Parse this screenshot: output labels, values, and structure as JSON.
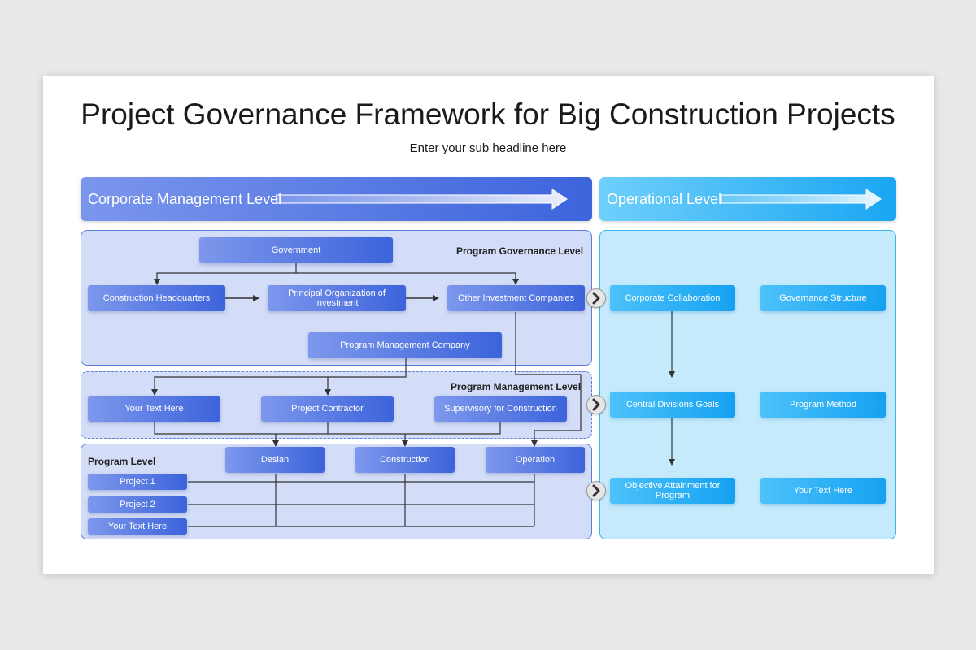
{
  "title": "Project Governance Framework for Big Construction Projects",
  "subtitle": "Enter your sub headline here",
  "banners": {
    "corporate": "Corporate Management Level",
    "operational": "Operational Level"
  },
  "levels": {
    "program_governance": "Program Governance Level",
    "program_management": "Program Management Level",
    "program": "Program Level"
  },
  "nodes": {
    "government": "Government",
    "construction_hq": "Construction Headquarters",
    "principal_org": "Principal Organization of investment",
    "other_investment": "Other Investment Companies",
    "program_mgmt_company": "Program Management Company",
    "your_text_1": "Your Text Here",
    "project_contractor": "Project Contractor",
    "supervisory": "Supervisory for Construction",
    "design": "Desian",
    "construction": "Construction",
    "operation": "Operation",
    "project_1": "Project 1",
    "project_2": "Project 2",
    "your_text_2": "Your Text Here"
  },
  "operational": {
    "corporate_collaboration": "Corporate Collaboration",
    "governance_structure": "Governance Structure",
    "central_divisions": "Central Divisions Goals",
    "program_method": "Program Method",
    "objective_attainment": "Objective Attainment for Program",
    "your_text_3": "Your Text Here"
  },
  "colors": {
    "corporate_blue": "#3d64dc",
    "operational_cyan": "#1aa6f2",
    "line": "#333333"
  },
  "icons": [
    "right-arrow-icon",
    "chevron-right-icon"
  ]
}
